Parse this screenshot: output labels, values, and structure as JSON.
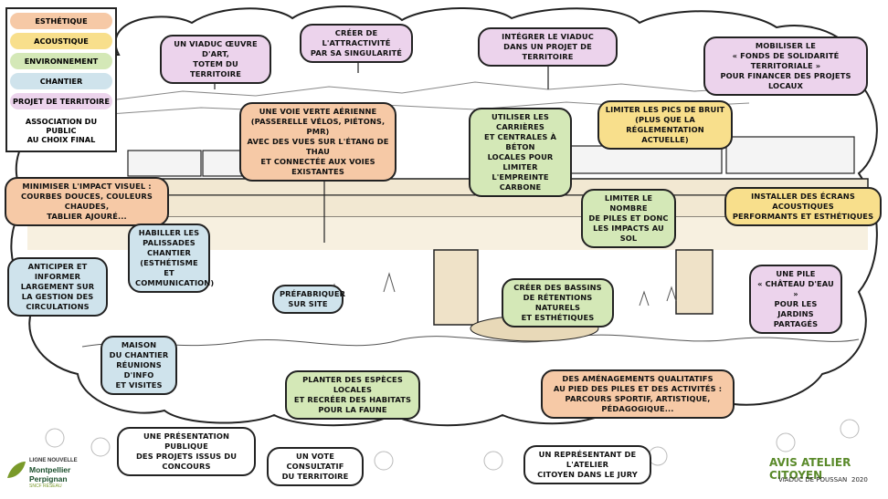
{
  "legend": {
    "items": [
      {
        "label": "ESTHÉTIQUE",
        "color": "#f6c9a6"
      },
      {
        "label": "ACOUSTIQUE",
        "color": "#f8df8c"
      },
      {
        "label": "ENVIRONNEMENT",
        "color": "#d4e8b7"
      },
      {
        "label": "CHANTIER",
        "color": "#cfe3ec"
      },
      {
        "label": "PROJET DE TERRITOIRE",
        "color": "#ecd3ec"
      },
      {
        "label": "ASSOCIATION DU PUBLIC\nAU CHOIX FINAL",
        "color": "#ffffff"
      }
    ]
  },
  "bubbles": {
    "viaduc_oeuvre": "UN VIADUC ŒUVRE D'ART,\nTOTEM DU TERRITOIRE",
    "attractivite": "CRÉER DE L'ATTRACTIVITÉ\nPAR SA SINGULARITÉ",
    "integrer_viaduc": "INTÉGRER LE VIADUC\nDANS UN PROJET DE TERRITOIRE",
    "fonds": "MOBILISER LE\n« FONDS DE SOLIDARITÉ TERRITORIALE »\nPOUR FINANCER DES PROJETS LOCAUX",
    "voie_verte": "UNE VOIE VERTE AÉRIENNE\n(PASSERELLE VÉLOS, PIÉTONS, PMR)\nAVEC DES VUES SUR L'ÉTANG DE THAU\nET CONNECTÉE AUX VOIES EXISTANTES",
    "carrieres": "UTILISER LES CARRIÈRES\nET CENTRALES À BÉTON\nLOCALES POUR LIMITER\nL'EMPREINTE CARBONE",
    "pics_bruit": "LIMITER LES PICS DE BRUIT\n(PLUS QUE LA RÉGLEMENTATION\nACTUELLE)",
    "impact_visuel": "MINIMISER L'IMPACT VISUEL :\nCOURBES DOUCES, COULEURS CHAUDES,\nTABLIER AJOURÉ...",
    "nombre_piles": "LIMITER LE NOMBRE\nDE PILES ET DONC\nLES IMPACTS AU SOL",
    "ecrans": "INSTALLER DES ÉCRANS ACOUSTIQUES\nPERFORMANTS ET ESTHÉTIQUES",
    "palissades": "HABILLER LES\nPALISSADES\nCHANTIER\n(ESTHÉTISME ET\nCOMMUNICATION)",
    "anticiper": "ANTICIPER ET INFORMER\nLARGEMENT SUR\nLA GESTION DES\nCIRCULATIONS",
    "prefabriquer": "PRÉFABRIQUER\nSUR SITE",
    "bassins": "CRÉER DES BASSINS\nDE RÉTENTIONS NATURELS\nET ESTHÉTIQUES",
    "chateau_eau": "UNE PILE\n« CHÂTEAU D'EAU »\nPOUR LES\nJARDINS PARTAGÉS",
    "maison": "MAISON\nDU CHANTIER\nRÉUNIONS D'INFO\nET VISITES",
    "especes": "PLANTER DES ESPÈCES LOCALES\nET RECRÉER DES HABITATS\nPOUR LA FAUNE",
    "amenagements": "DES AMÉNAGEMENTS QUALITATIFS\nAU PIED DES PILES ET DES ACTIVITÉS :\nPARCOURS SPORTIF, ARTISTIQUE, PÉDAGOGIQUE...",
    "presentation": "UNE PRÉSENTATION PUBLIQUE\nDES PROJETS ISSUS DU CONCOURS",
    "vote": "UN VOTE CONSULTATIF\nDU TERRITOIRE",
    "representant": "UN REPRÉSENTANT DE L'ATELIER\nCITOYEN DANS LE JURY"
  },
  "logos": {
    "ligne_top": "LIGNE NOUVELLE",
    "mp_1": "Montpellier",
    "mp_2": "Perpignan",
    "mp_tag": "SNCF RÉSEAU",
    "atelier": "AVIS ATELIER CITOYEN",
    "signature": "VIADUC DE POUSSAN",
    "year": "2020"
  },
  "colors": {
    "esthetique": "#f6c9a6",
    "acoustique": "#f8df8c",
    "environnement": "#d4e8b7",
    "chantier": "#cfe3ec",
    "projet": "#ecd3ec",
    "public": "#ffffff"
  }
}
